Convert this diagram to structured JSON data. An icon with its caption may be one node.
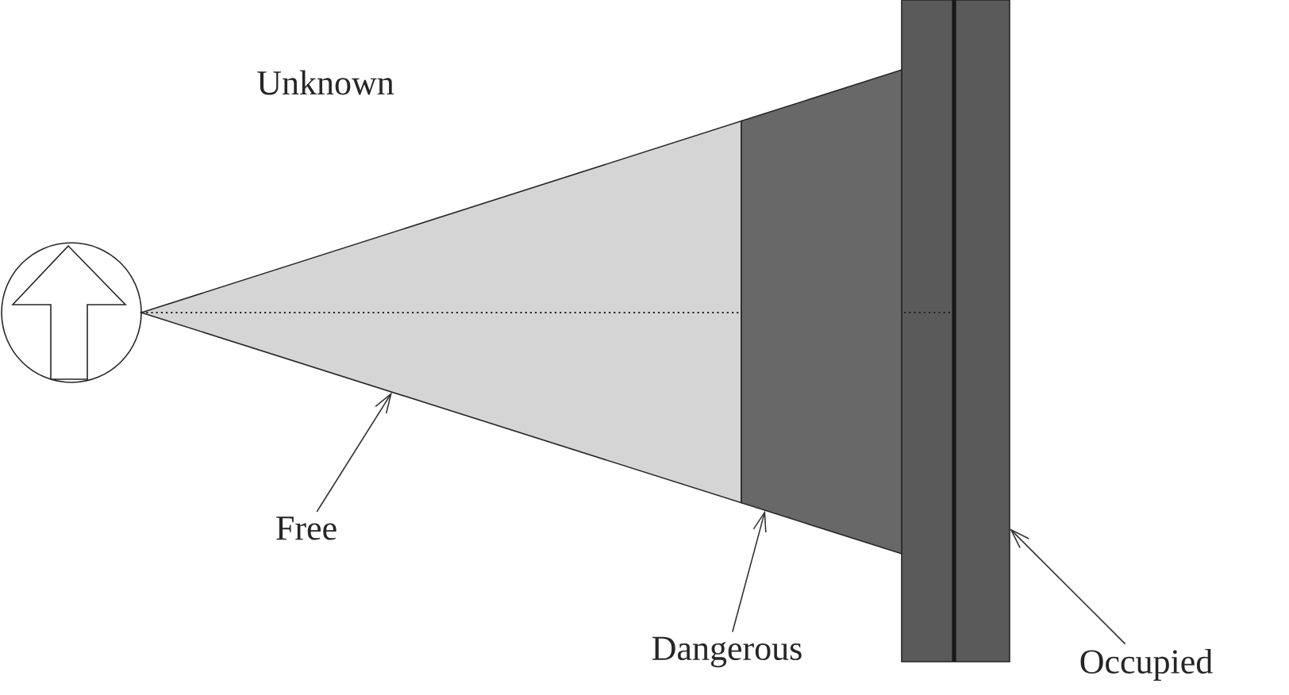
{
  "diagram": {
    "nodes": [
      {
        "text": [],
        "shape": "triangle"
      },
      {
        "text": [],
        "shape": "trapezoid"
      },
      {
        "text": [],
        "shape": "bar"
      },
      {
        "text": [
          "Free"
        ]
      },
      {
        "text": [
          "Dangerous"
        ]
      },
      {
        "text": [
          "Occupied"
        ]
      }
    ],
    "edges": [
      {
        "from": 3,
        "to": 0,
        "arrow": "to"
      },
      {
        "from": 4,
        "to": 1,
        "arrow": "to"
      },
      {
        "from": 5,
        "to": 2,
        "arrow": "to"
      }
    ],
    "labels": [
      "Unknown"
    ]
  }
}
